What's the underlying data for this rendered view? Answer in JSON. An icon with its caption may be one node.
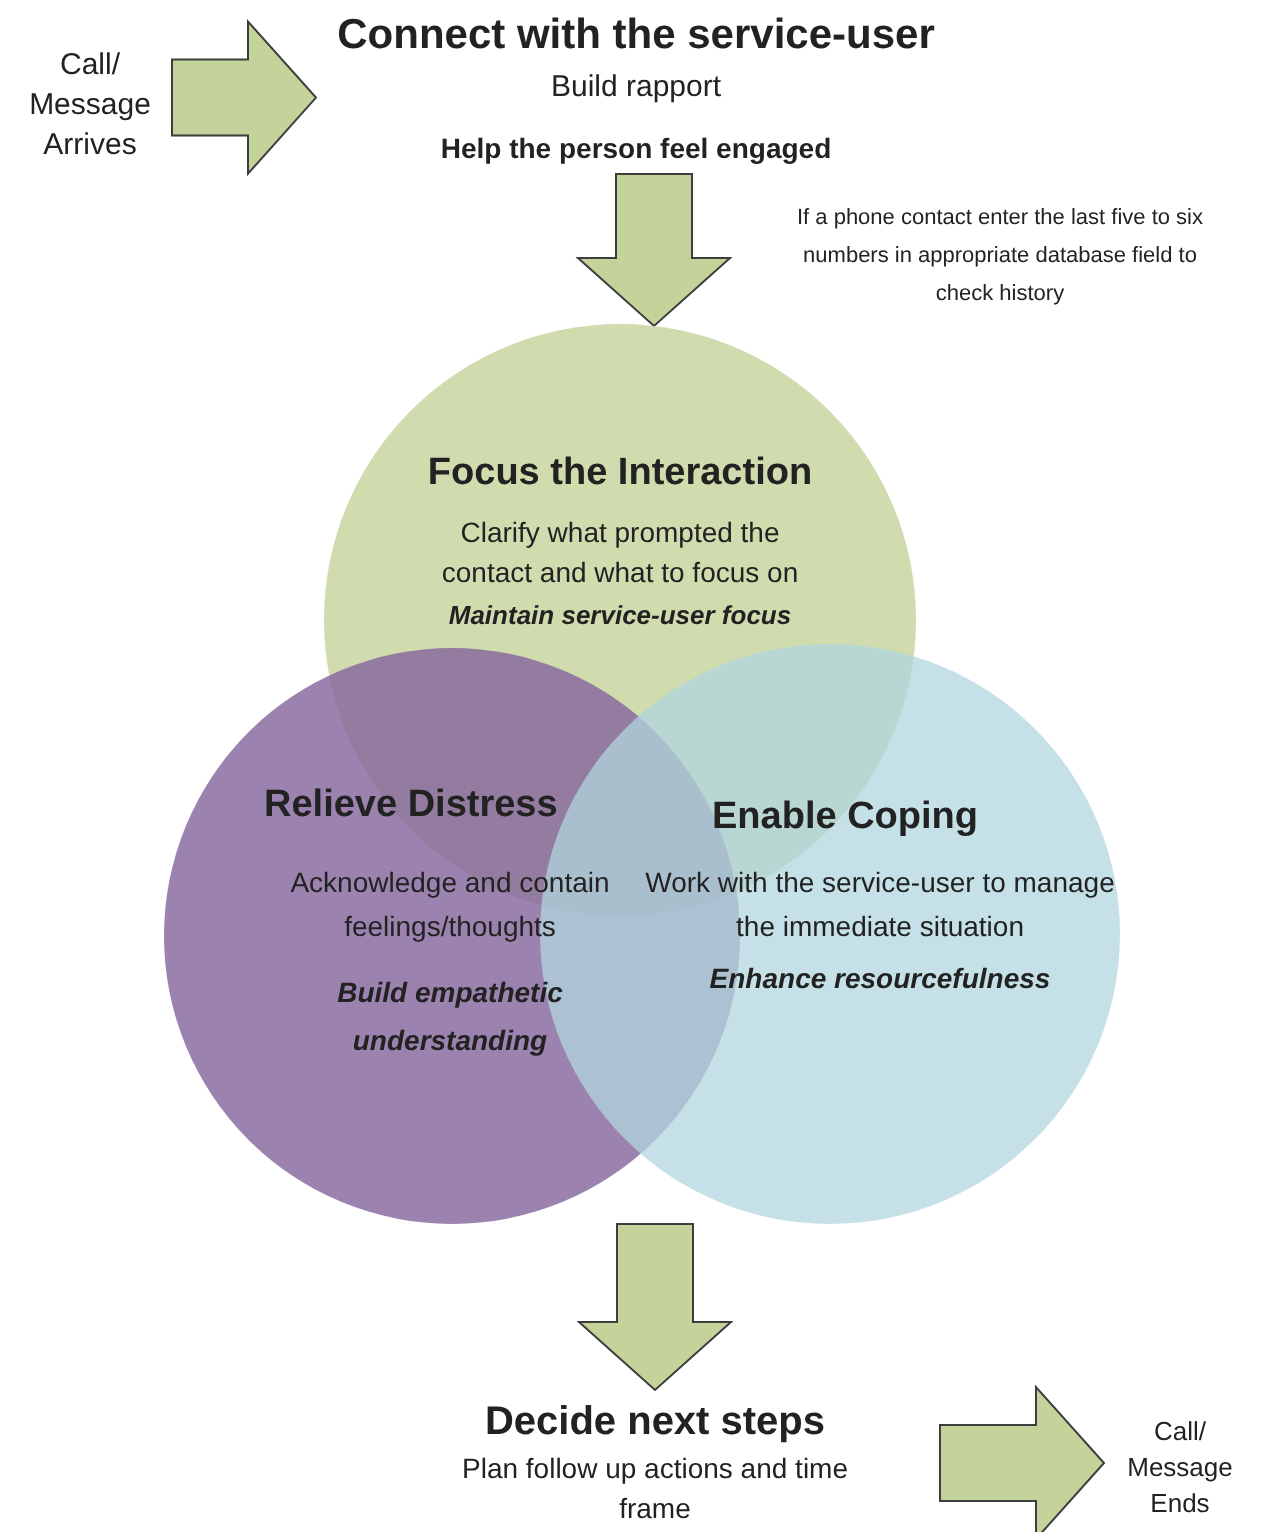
{
  "diagram": {
    "nodes": [
      {
        "text": [
          "Call/ Message Arrives"
        ]
      },
      {
        "text": [
          "Connect with the service-user",
          "Build rapport",
          "Help the person feel engaged"
        ]
      },
      {
        "text": [
          "Focus the Interaction",
          "Clarify what prompted the contact and what to focus on",
          "Maintain service-user focus"
        ]
      },
      {
        "text": [
          "Relieve Distress",
          "Acknowledge and contain feelings/thoughts",
          "Build empathetic understanding"
        ]
      },
      {
        "text": [
          "Enable Coping",
          "Work with the service-user to manage the immediate situation",
          "Enhance resourcefulness"
        ]
      },
      {
        "text": [
          "Decide next steps",
          "Plan follow up actions and time frame"
        ]
      },
      {
        "text": [
          "Call/ Message Ends"
        ]
      }
    ],
    "edges": [
      {
        "from": 0,
        "to": 1,
        "arrow": "to"
      },
      {
        "from": 1,
        "to": 2,
        "arrow": "to"
      },
      {
        "from": null,
        "to": 5,
        "arrow": "to"
      },
      {
        "from": 5,
        "to": 6,
        "arrow": "to"
      }
    ],
    "labels": [
      "If a phone contact enter the last five to six numbers in appropriate database field to check history"
    ]
  }
}
